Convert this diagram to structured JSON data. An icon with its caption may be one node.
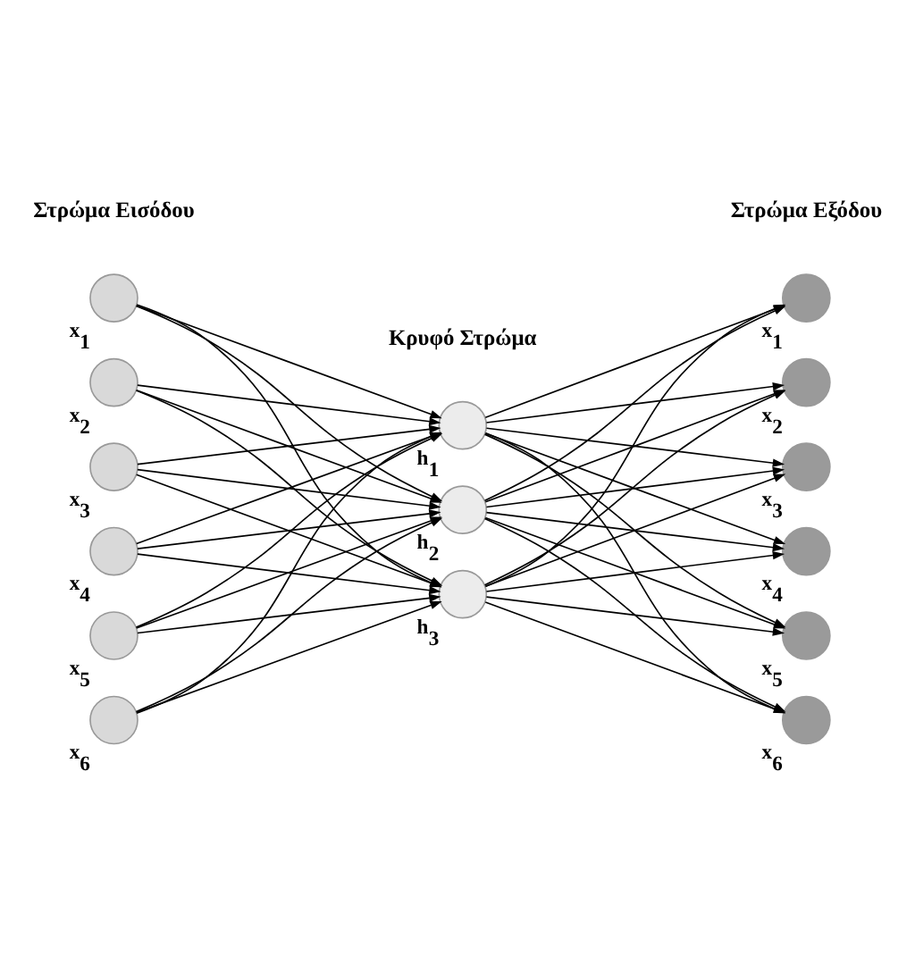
{
  "diagram": {
    "nodes": [
      {
        "text": [],
        "shape": "circle",
        "beside": [
          "x$_{1}$"
        ]
      },
      {
        "text": [],
        "shape": "circle",
        "beside": [
          "x$_{2}$"
        ]
      },
      {
        "text": [],
        "shape": "circle",
        "beside": [
          "x$_{3}$"
        ]
      },
      {
        "text": [],
        "shape": "circle",
        "beside": [
          "x$_{4}$"
        ]
      },
      {
        "text": [],
        "shape": "circle",
        "beside": [
          "x$_{5}$"
        ]
      },
      {
        "text": [],
        "shape": "circle",
        "beside": [
          "x$_{6}$"
        ]
      },
      {
        "text": [],
        "shape": "circle",
        "beside": [
          "h$_{1}$"
        ]
      },
      {
        "text": [],
        "shape": "circle",
        "beside": [
          "h$_{2}$"
        ]
      },
      {
        "text": [],
        "shape": "circle",
        "beside": [
          "h$_{3}$"
        ]
      },
      {
        "text": [],
        "shape": "circle",
        "beside": [
          "x$_{1}$"
        ]
      },
      {
        "text": [],
        "shape": "circle",
        "beside": [
          "x$_{2}$"
        ]
      },
      {
        "text": [],
        "shape": "circle",
        "beside": [
          "x$_{3}$"
        ]
      },
      {
        "text": [],
        "shape": "circle",
        "beside": [
          "x$_{4}$"
        ]
      },
      {
        "text": [],
        "shape": "circle",
        "beside": [
          "x$_{5}$"
        ]
      },
      {
        "text": [],
        "shape": "circle",
        "beside": [
          "x$_{6}$"
        ]
      }
    ],
    "edges": [
      {
        "from": 0,
        "to": 6,
        "arrow": "to"
      },
      {
        "from": 0,
        "to": 7,
        "arrow": "to"
      },
      {
        "from": 0,
        "to": 8,
        "arrow": "to"
      },
      {
        "from": 1,
        "to": 6,
        "arrow": "to"
      },
      {
        "from": 1,
        "to": 7,
        "arrow": "to"
      },
      {
        "from": 1,
        "to": 8,
        "arrow": "to"
      },
      {
        "from": 2,
        "to": 6,
        "arrow": "to"
      },
      {
        "from": 2,
        "to": 7,
        "arrow": "to"
      },
      {
        "from": 2,
        "to": 8,
        "arrow": "to"
      },
      {
        "from": 3,
        "to": 6,
        "arrow": "to"
      },
      {
        "from": 3,
        "to": 7,
        "arrow": "to"
      },
      {
        "from": 3,
        "to": 8,
        "arrow": "to"
      },
      {
        "from": 4,
        "to": 6,
        "arrow": "to"
      },
      {
        "from": 4,
        "to": 7,
        "arrow": "to"
      },
      {
        "from": 4,
        "to": 8,
        "arrow": "to"
      },
      {
        "from": 5,
        "to": 6,
        "arrow": "to"
      },
      {
        "from": 5,
        "to": 7,
        "arrow": "to"
      },
      {
        "from": 5,
        "to": 8,
        "arrow": "to"
      },
      {
        "from": 6,
        "to": 9,
        "arrow": "to"
      },
      {
        "from": 6,
        "to": 10,
        "arrow": "to"
      },
      {
        "from": 6,
        "to": 11,
        "arrow": "to"
      },
      {
        "from": 6,
        "to": 12,
        "arrow": "to"
      },
      {
        "from": 6,
        "to": 13,
        "arrow": "to"
      },
      {
        "from": 6,
        "to": 14,
        "arrow": "to"
      },
      {
        "from": 7,
        "to": 9,
        "arrow": "to"
      },
      {
        "from": 7,
        "to": 10,
        "arrow": "to"
      },
      {
        "from": 7,
        "to": 11,
        "arrow": "to"
      },
      {
        "from": 7,
        "to": 12,
        "arrow": "to"
      },
      {
        "from": 7,
        "to": 13,
        "arrow": "to"
      },
      {
        "from": 7,
        "to": 14,
        "arrow": "to"
      },
      {
        "from": 8,
        "to": 9,
        "arrow": "to"
      },
      {
        "from": 8,
        "to": 10,
        "arrow": "to"
      },
      {
        "from": 8,
        "to": 11,
        "arrow": "to"
      },
      {
        "from": 8,
        "to": 12,
        "arrow": "to"
      },
      {
        "from": 8,
        "to": 13,
        "arrow": "to"
      },
      {
        "from": 8,
        "to": 14,
        "arrow": "to"
      }
    ],
    "labels": [
      "Στρώμα Εισόδου",
      "Κρυφό Στρώμα",
      "Στρώμα Εξόδου"
    ]
  }
}
